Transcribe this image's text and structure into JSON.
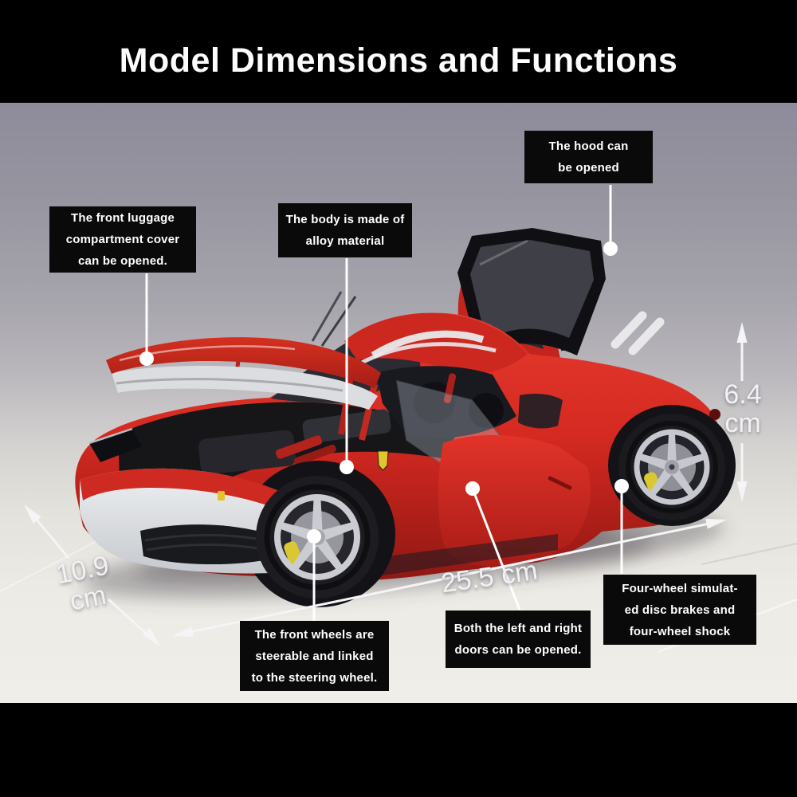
{
  "title": "Model Dimensions and Functions",
  "callouts": [
    {
      "id": "hood",
      "lines": [
        "The hood can",
        "be opened"
      ]
    },
    {
      "id": "front_luggage",
      "lines": [
        "The front luggage",
        "compartment cover",
        "can be opened."
      ]
    },
    {
      "id": "body_alloy",
      "lines": [
        "The body is made of",
        "alloy material"
      ]
    },
    {
      "id": "front_wheels",
      "lines": [
        "The front wheels are",
        "steerable and linked",
        "to the steering wheel."
      ]
    },
    {
      "id": "doors",
      "lines": [
        "Both the left and right",
        "doors can be opened."
      ]
    },
    {
      "id": "brakes_shock",
      "lines": [
        "Four-wheel simulat-",
        "ed disc brakes and",
        "four-wheel shock"
      ]
    }
  ],
  "dimensions": {
    "height": {
      "value": "6.4",
      "unit": "cm"
    },
    "width": {
      "value": "10.9",
      "unit": "cm"
    },
    "length": {
      "value": "25.5",
      "unit": "cm"
    }
  },
  "colors": {
    "header_bg": "#000000",
    "callout_bg": "#0a0a0a",
    "callout_text": "#ffffff",
    "car_red": "#d92b22",
    "caliper_yellow": "#d9c832",
    "dimension_text": "#f2f1f4"
  }
}
